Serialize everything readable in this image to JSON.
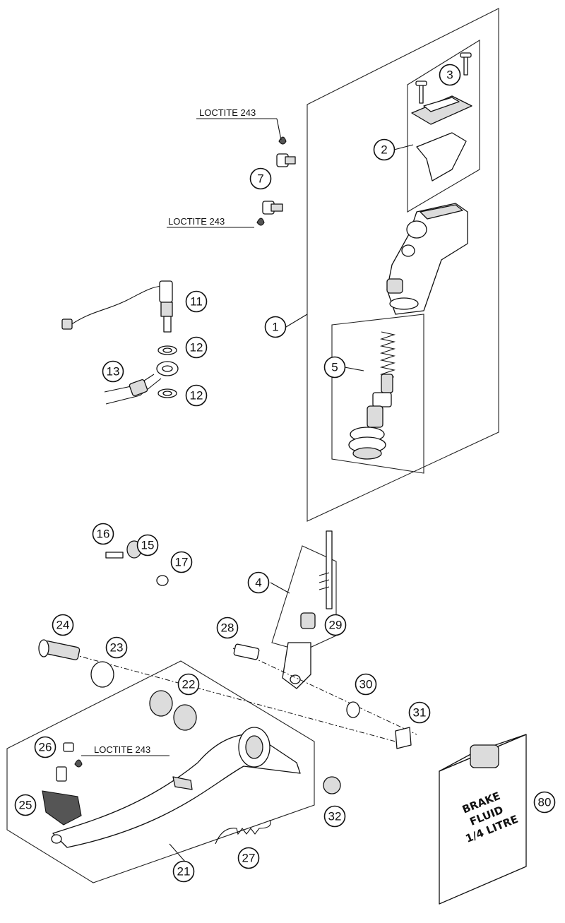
{
  "callouts": {
    "c1": "1",
    "c2": "2",
    "c3": "3",
    "c4": "4",
    "c5": "5",
    "c7": "7",
    "c11": "11",
    "c12a": "12",
    "c12b": "12",
    "c13": "13",
    "c15": "15",
    "c16": "16",
    "c17": "17",
    "c21": "21",
    "c22": "22",
    "c23": "23",
    "c24": "24",
    "c25": "25",
    "c26": "26",
    "c27": "27",
    "c28": "28",
    "c29": "29",
    "c30": "30",
    "c31": "31",
    "c32": "32",
    "c80": "80"
  },
  "notes": {
    "loctite_top": "LOCTITE 243",
    "loctite_mid": "LOCTITE 243",
    "loctite_pedal": "LOCTITE 243"
  },
  "bottle": {
    "line1": "BRAKE",
    "line2": "FLUID",
    "line3": "1/4 LITRE"
  }
}
